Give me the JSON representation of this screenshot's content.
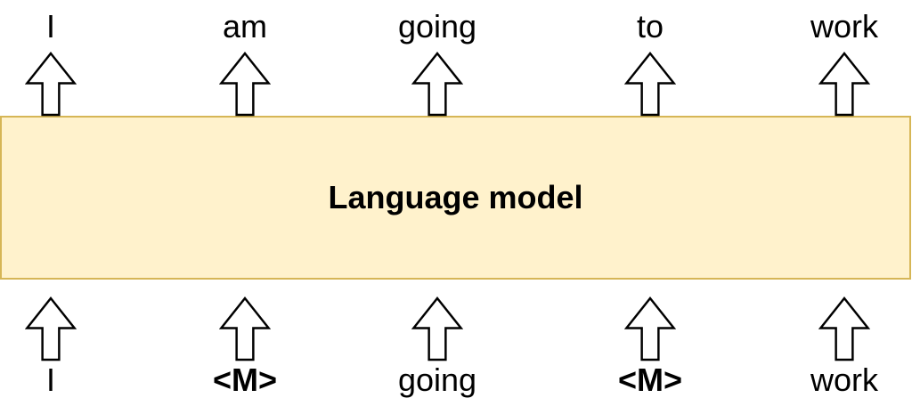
{
  "diagram": {
    "box_label": "Language model",
    "columns": [
      {
        "output": "I",
        "input": "I",
        "masked": false
      },
      {
        "output": "am",
        "input": "<M>",
        "masked": true
      },
      {
        "output": "going",
        "input": "going",
        "masked": false
      },
      {
        "output": "to",
        "input": "<M>",
        "masked": true
      },
      {
        "output": "work",
        "input": "work",
        "masked": false
      }
    ],
    "mask_token": "<M>",
    "colors": {
      "box_fill": "#FFF2CC",
      "box_border": "#D6B656",
      "arrow_fill": "#FFFFFF",
      "arrow_stroke": "#000000",
      "text": "#000000"
    }
  }
}
